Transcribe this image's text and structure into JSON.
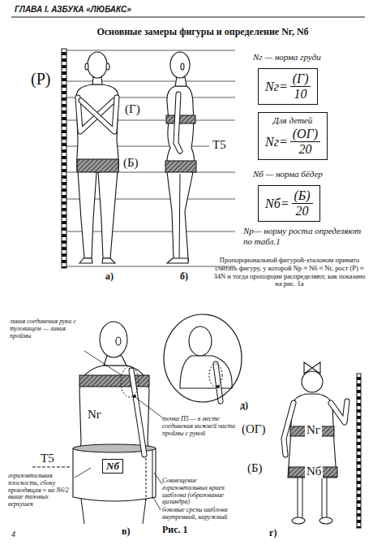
{
  "diagram": {
    "title": "Основные замеры фигуры и определение Nг, Nб",
    "nodes": [
      {
        "text": [
          "Nг=",
          "(Г)",
          "10"
        ]
      },
      {
        "text": [
          "Для детей",
          "Nг=",
          "(ОГ)",
          "20"
        ]
      },
      {
        "text": [
          "Nб=",
          "(Б)",
          "20"
        ]
      },
      {
        "text": [
          "д)"
        ]
      },
      {
        "text": [
          "Nб"
        ]
      }
    ],
    "labels": [
      "ГЛАВА I. АЗБУКА «ЛЮБАКС»",
      "(Р)",
      "(Г)",
      "Т5",
      "(Б)",
      "а)",
      "б)",
      "Nг — норма груди",
      "Nб — норма бёдер",
      "Nр— норму роста определяют по табл.1",
      "Пропорциональной фигурой-эталоном принято считать фигуру, у которой Nр ≈ Nб ≈ Nг, рост (Р) ≈ 34N и тогда пропорции распределяют, как показано на рис. 1а",
      "линия соединения руки с туловищем — линия проймы",
      "Nг",
      "Т5",
      "горизонтальная плоскость, сбоку проходящая ≈ на Nб/2 выше тазовых верхушек",
      "точка П5 — в месте соединения нижней части проймы с рукой",
      "Совмещение горизонтальных краев шаблона (образование цилиндра)",
      "боковые срезы шаблона внутренний, наружный",
      "Рис. 1",
      "в)",
      "(ОГ)",
      "Nг",
      "(Б)",
      "Nб",
      "г)",
      "4"
    ]
  }
}
